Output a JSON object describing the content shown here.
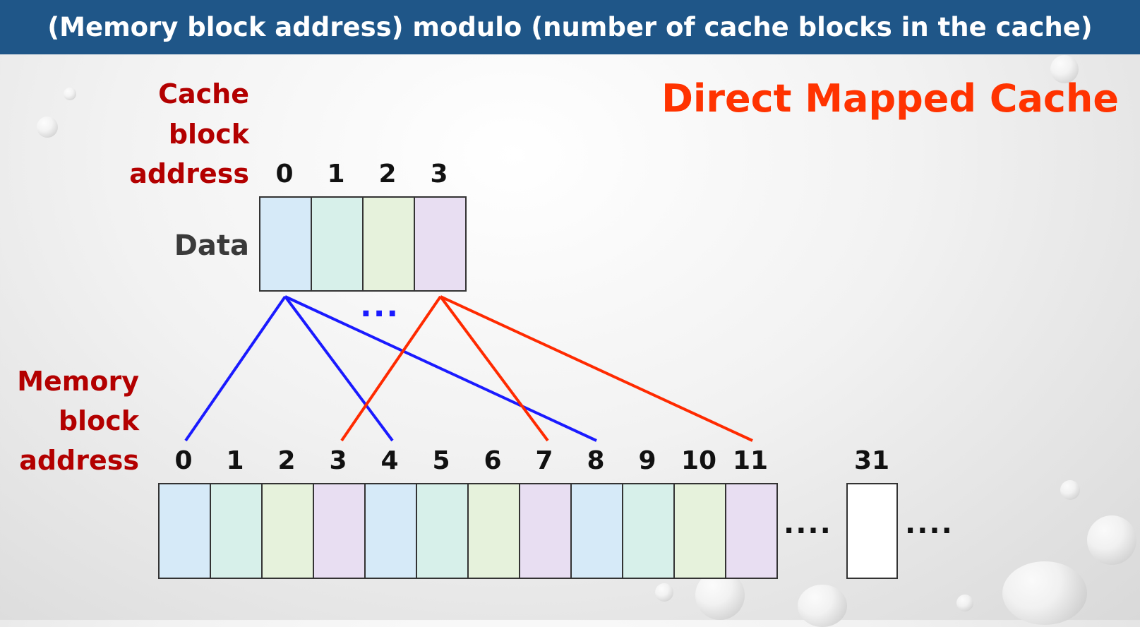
{
  "header": {
    "text": "(Memory block address) modulo (number of cache blocks in the cache)"
  },
  "title": "Direct Mapped Cache",
  "cache": {
    "label_lines": [
      "Cache",
      "block",
      "address"
    ],
    "data_label": "Data",
    "indices": [
      "0",
      "1",
      "2",
      "3"
    ],
    "colors": [
      "#d6eaf8",
      "#d7f0ea",
      "#e6f2dc",
      "#e8def2"
    ]
  },
  "memory": {
    "label_lines": [
      "Memory",
      "block",
      "address"
    ],
    "indices": [
      "0",
      "1",
      "2",
      "3",
      "4",
      "5",
      "6",
      "7",
      "8",
      "9",
      "10",
      "11"
    ],
    "last_index": "31",
    "ellipsis": "....",
    "colors": [
      "#d6eaf8",
      "#d7f0ea",
      "#e6f2dc",
      "#e8def2",
      "#d6eaf8",
      "#d7f0ea",
      "#e6f2dc",
      "#e8def2",
      "#d6eaf8",
      "#d7f0ea",
      "#e6f2dc",
      "#e8def2"
    ],
    "last_color": "#ffffff"
  },
  "mid_ellipsis": "...",
  "mappings": [
    {
      "cache_block": 0,
      "memory_blocks": [
        0,
        4,
        8
      ],
      "color": "#1a1aff"
    },
    {
      "cache_block": 3,
      "memory_blocks": [
        3,
        7,
        11
      ],
      "color": "#ff2a00"
    }
  ]
}
